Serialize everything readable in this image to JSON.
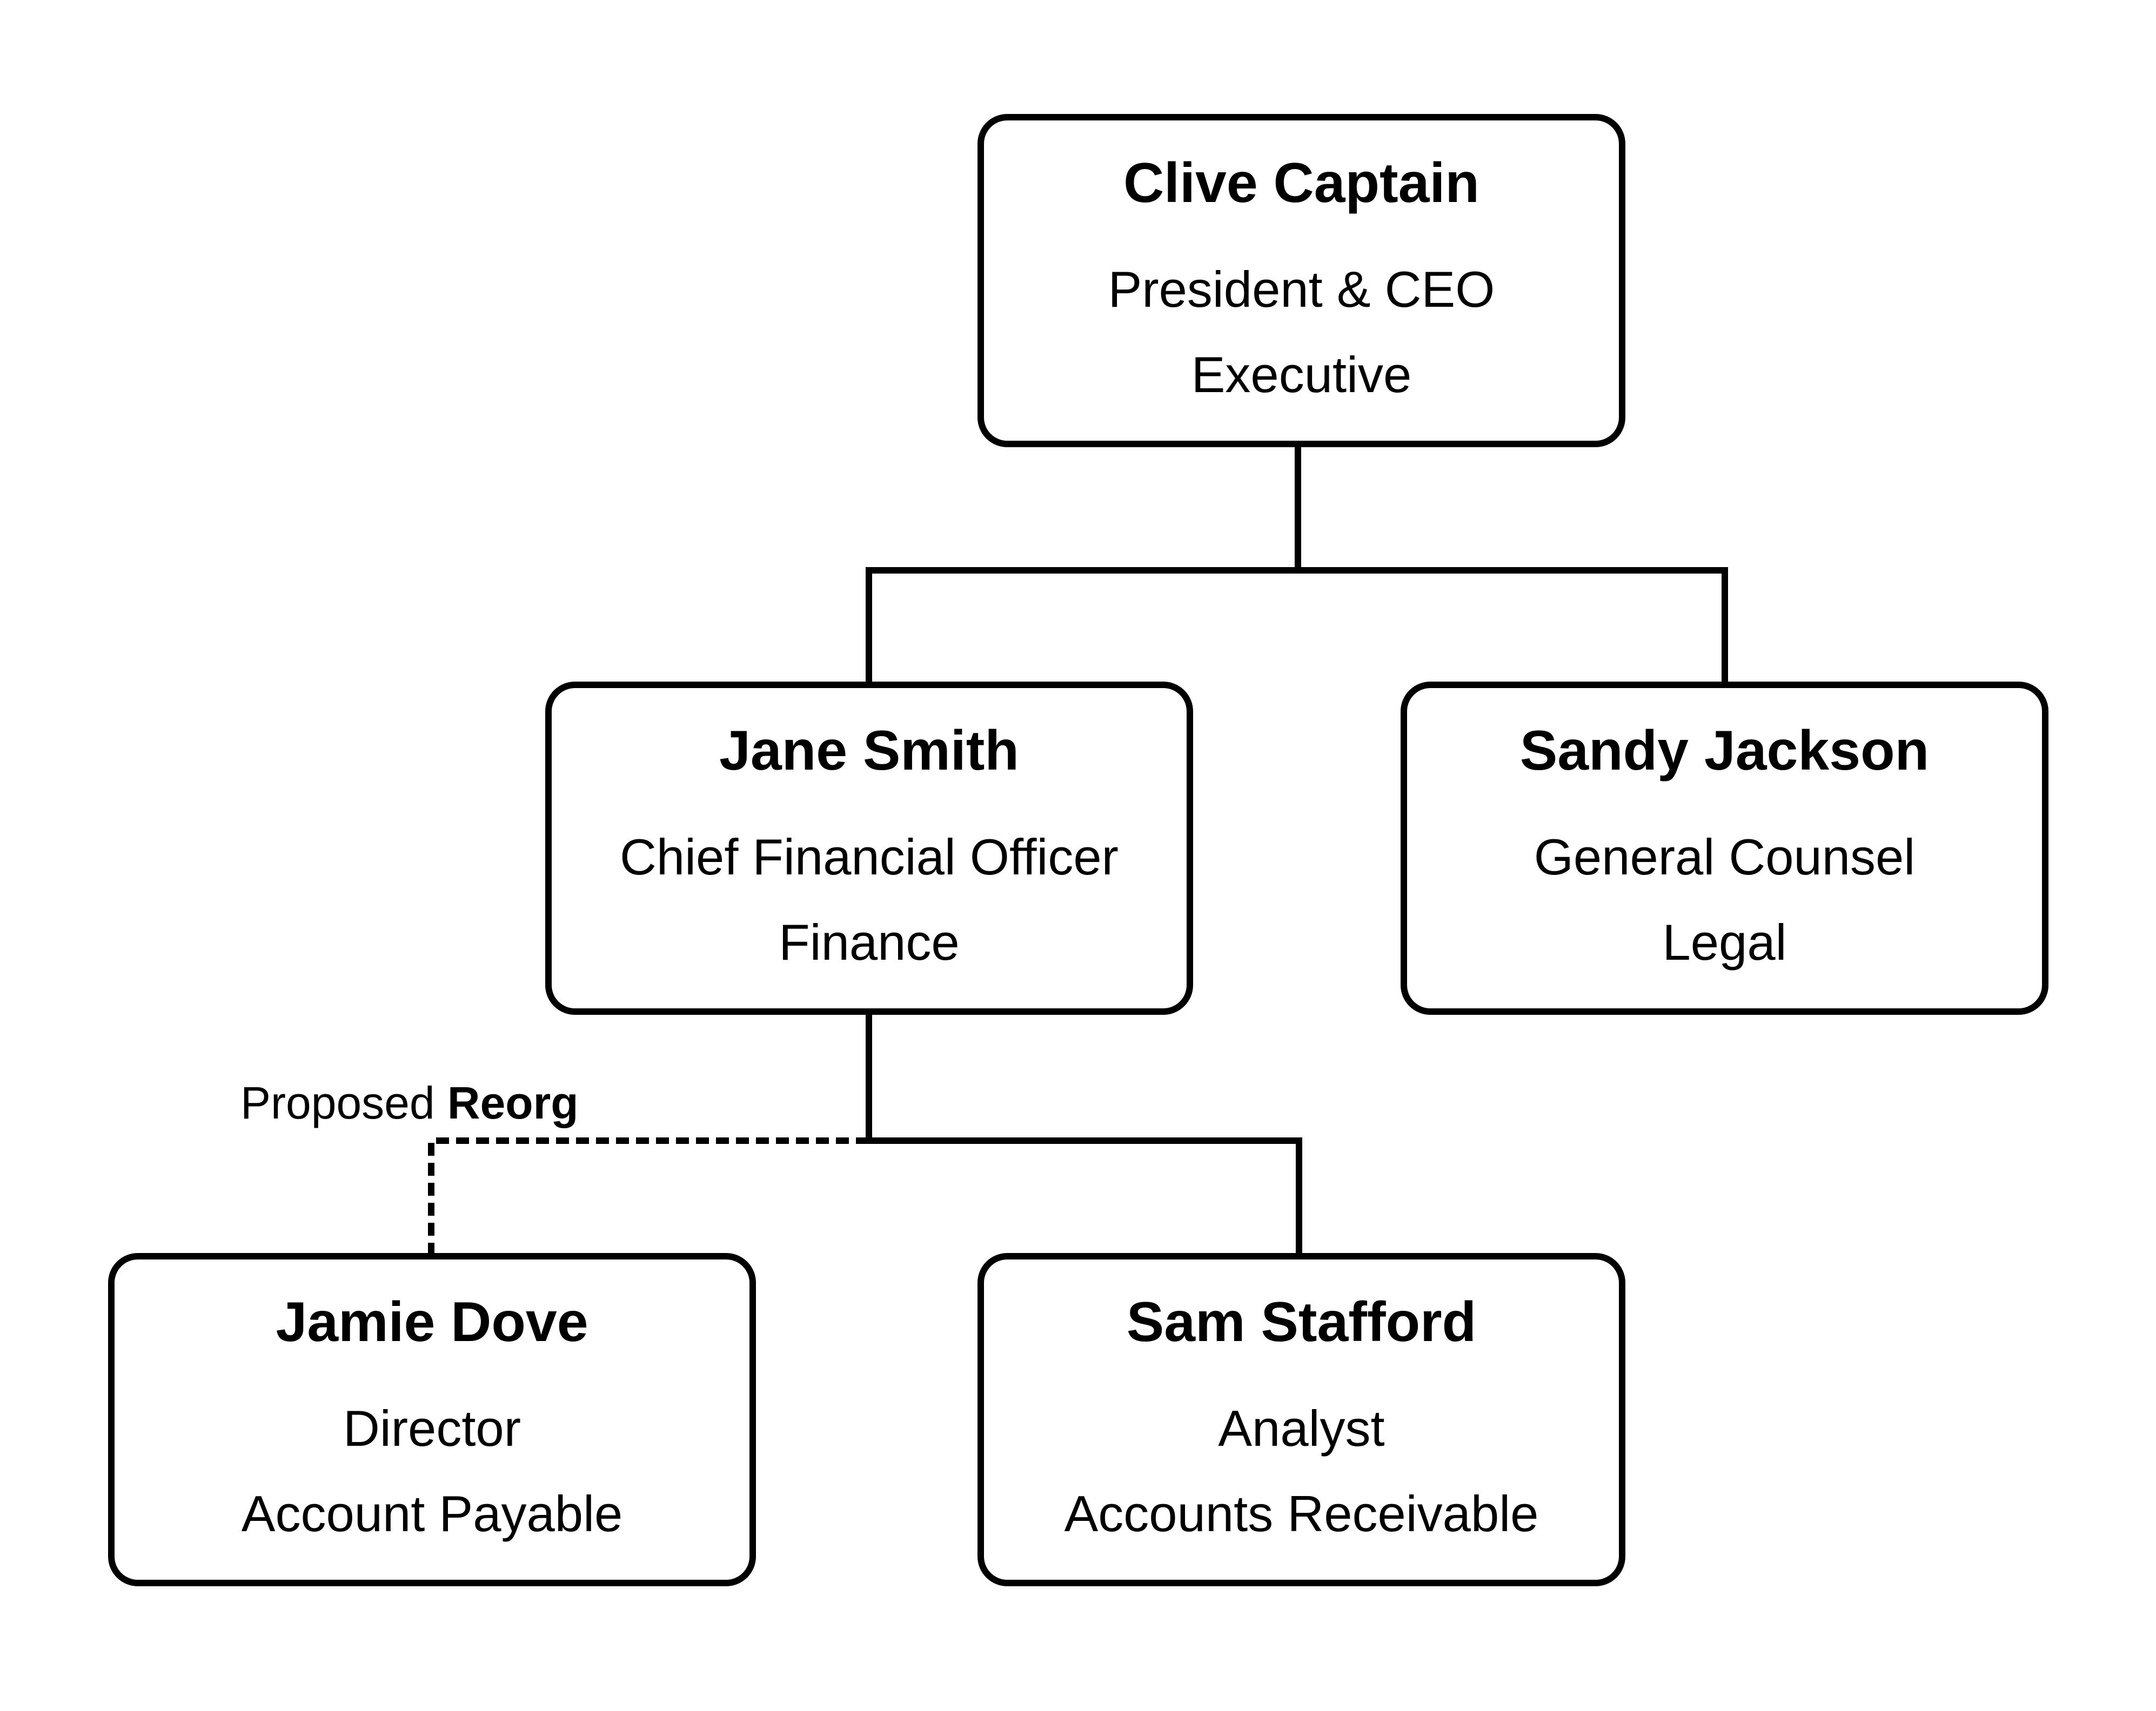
{
  "diagram": {
    "type": "org-chart",
    "colors": {
      "background": "#ffffff",
      "box_fill": "#ffffff",
      "box_border": "#000000",
      "line": "#000000",
      "text": "#000000"
    },
    "nodes": [
      {
        "id": "clive",
        "name": "Clive Captain",
        "title": "President & CEO",
        "department": "Executive"
      },
      {
        "id": "jane",
        "name": "Jane Smith",
        "title": "Chief Financial Officer",
        "department": "Finance"
      },
      {
        "id": "sandy",
        "name": "Sandy Jackson",
        "title": "General Counsel",
        "department": "Legal"
      },
      {
        "id": "jamie",
        "name": "Jamie Dove",
        "title": "Director",
        "department": "Account Payable"
      },
      {
        "id": "sam",
        "name": "Sam Stafford",
        "title": "Analyst",
        "department": "Accounts Receivable"
      }
    ],
    "edges": [
      {
        "from": "clive",
        "to": "jane",
        "style": "solid"
      },
      {
        "from": "clive",
        "to": "sandy",
        "style": "solid"
      },
      {
        "from": "jane",
        "to": "sam",
        "style": "solid"
      },
      {
        "from": "jane",
        "to": "jamie",
        "style": "dashed",
        "label": "Proposed Reorg"
      }
    ],
    "annotation": {
      "prefix": "Proposed ",
      "emphasis": "Reorg"
    }
  }
}
